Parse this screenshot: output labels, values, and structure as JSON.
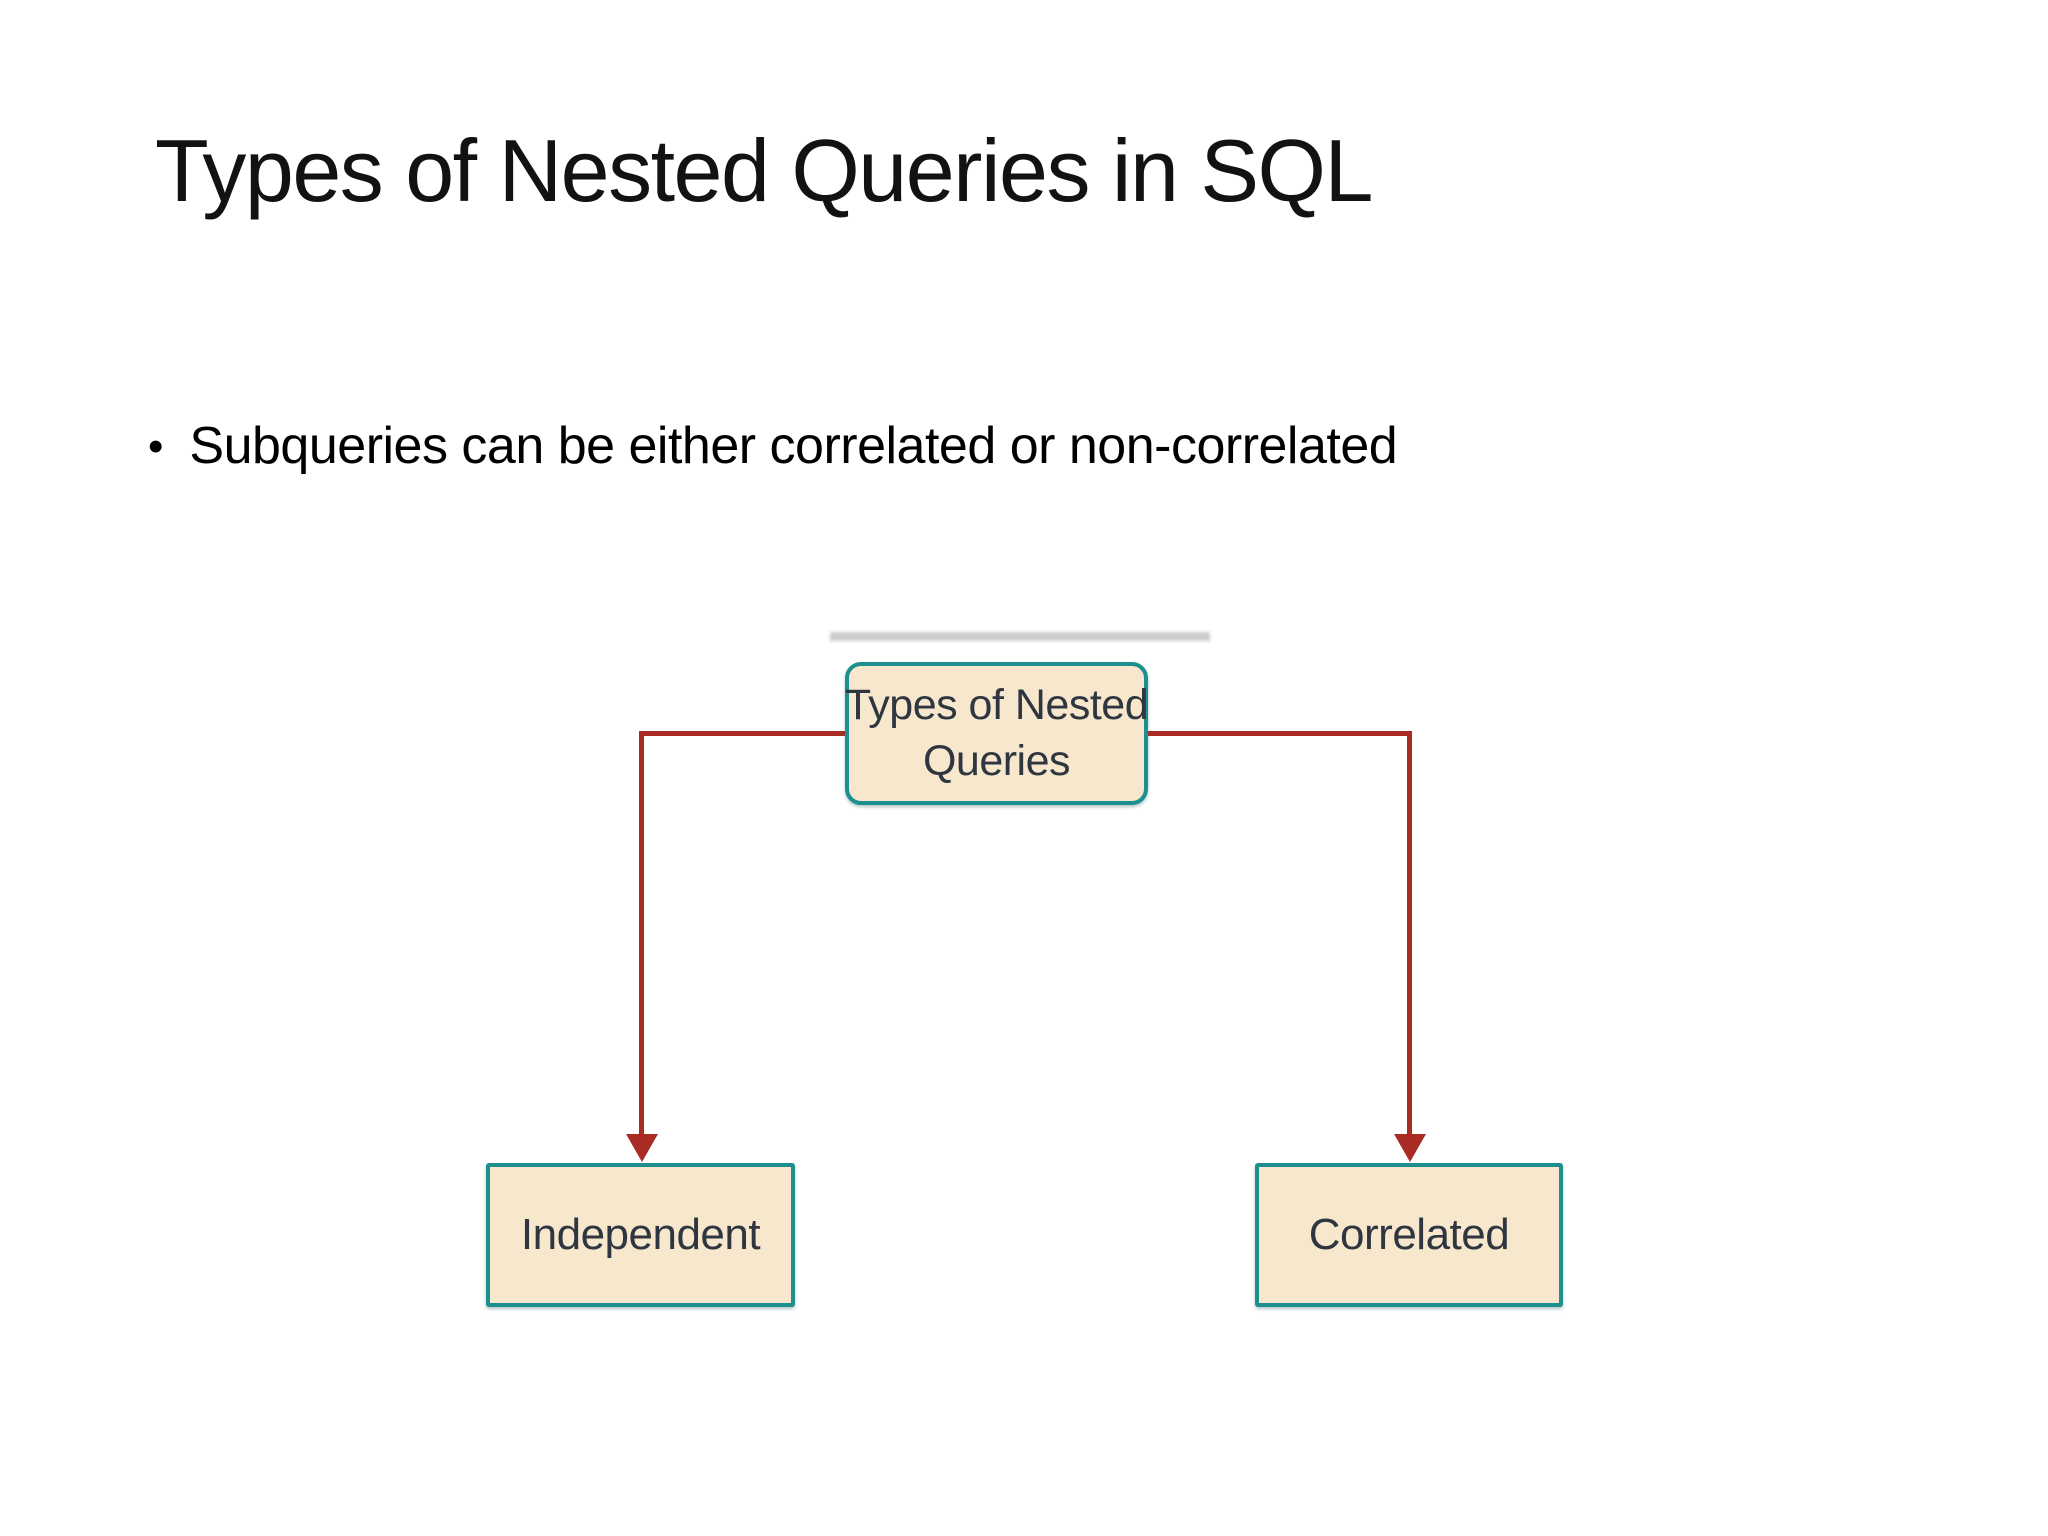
{
  "slide": {
    "title": "Types of Nested Queries in SQL",
    "bullet_marker": "•",
    "bullets": [
      "Subqueries can be either correlated or non-correlated"
    ]
  },
  "diagram": {
    "root": {
      "lines": [
        "Types of Nested",
        "Queries"
      ]
    },
    "children": [
      {
        "label": "Independent"
      },
      {
        "label": "Correlated"
      }
    ],
    "colors": {
      "node_fill": "#f7e8cd",
      "node_border": "#1e8f8f",
      "node_text": "#2f3640",
      "connector": "#a82c24"
    }
  }
}
